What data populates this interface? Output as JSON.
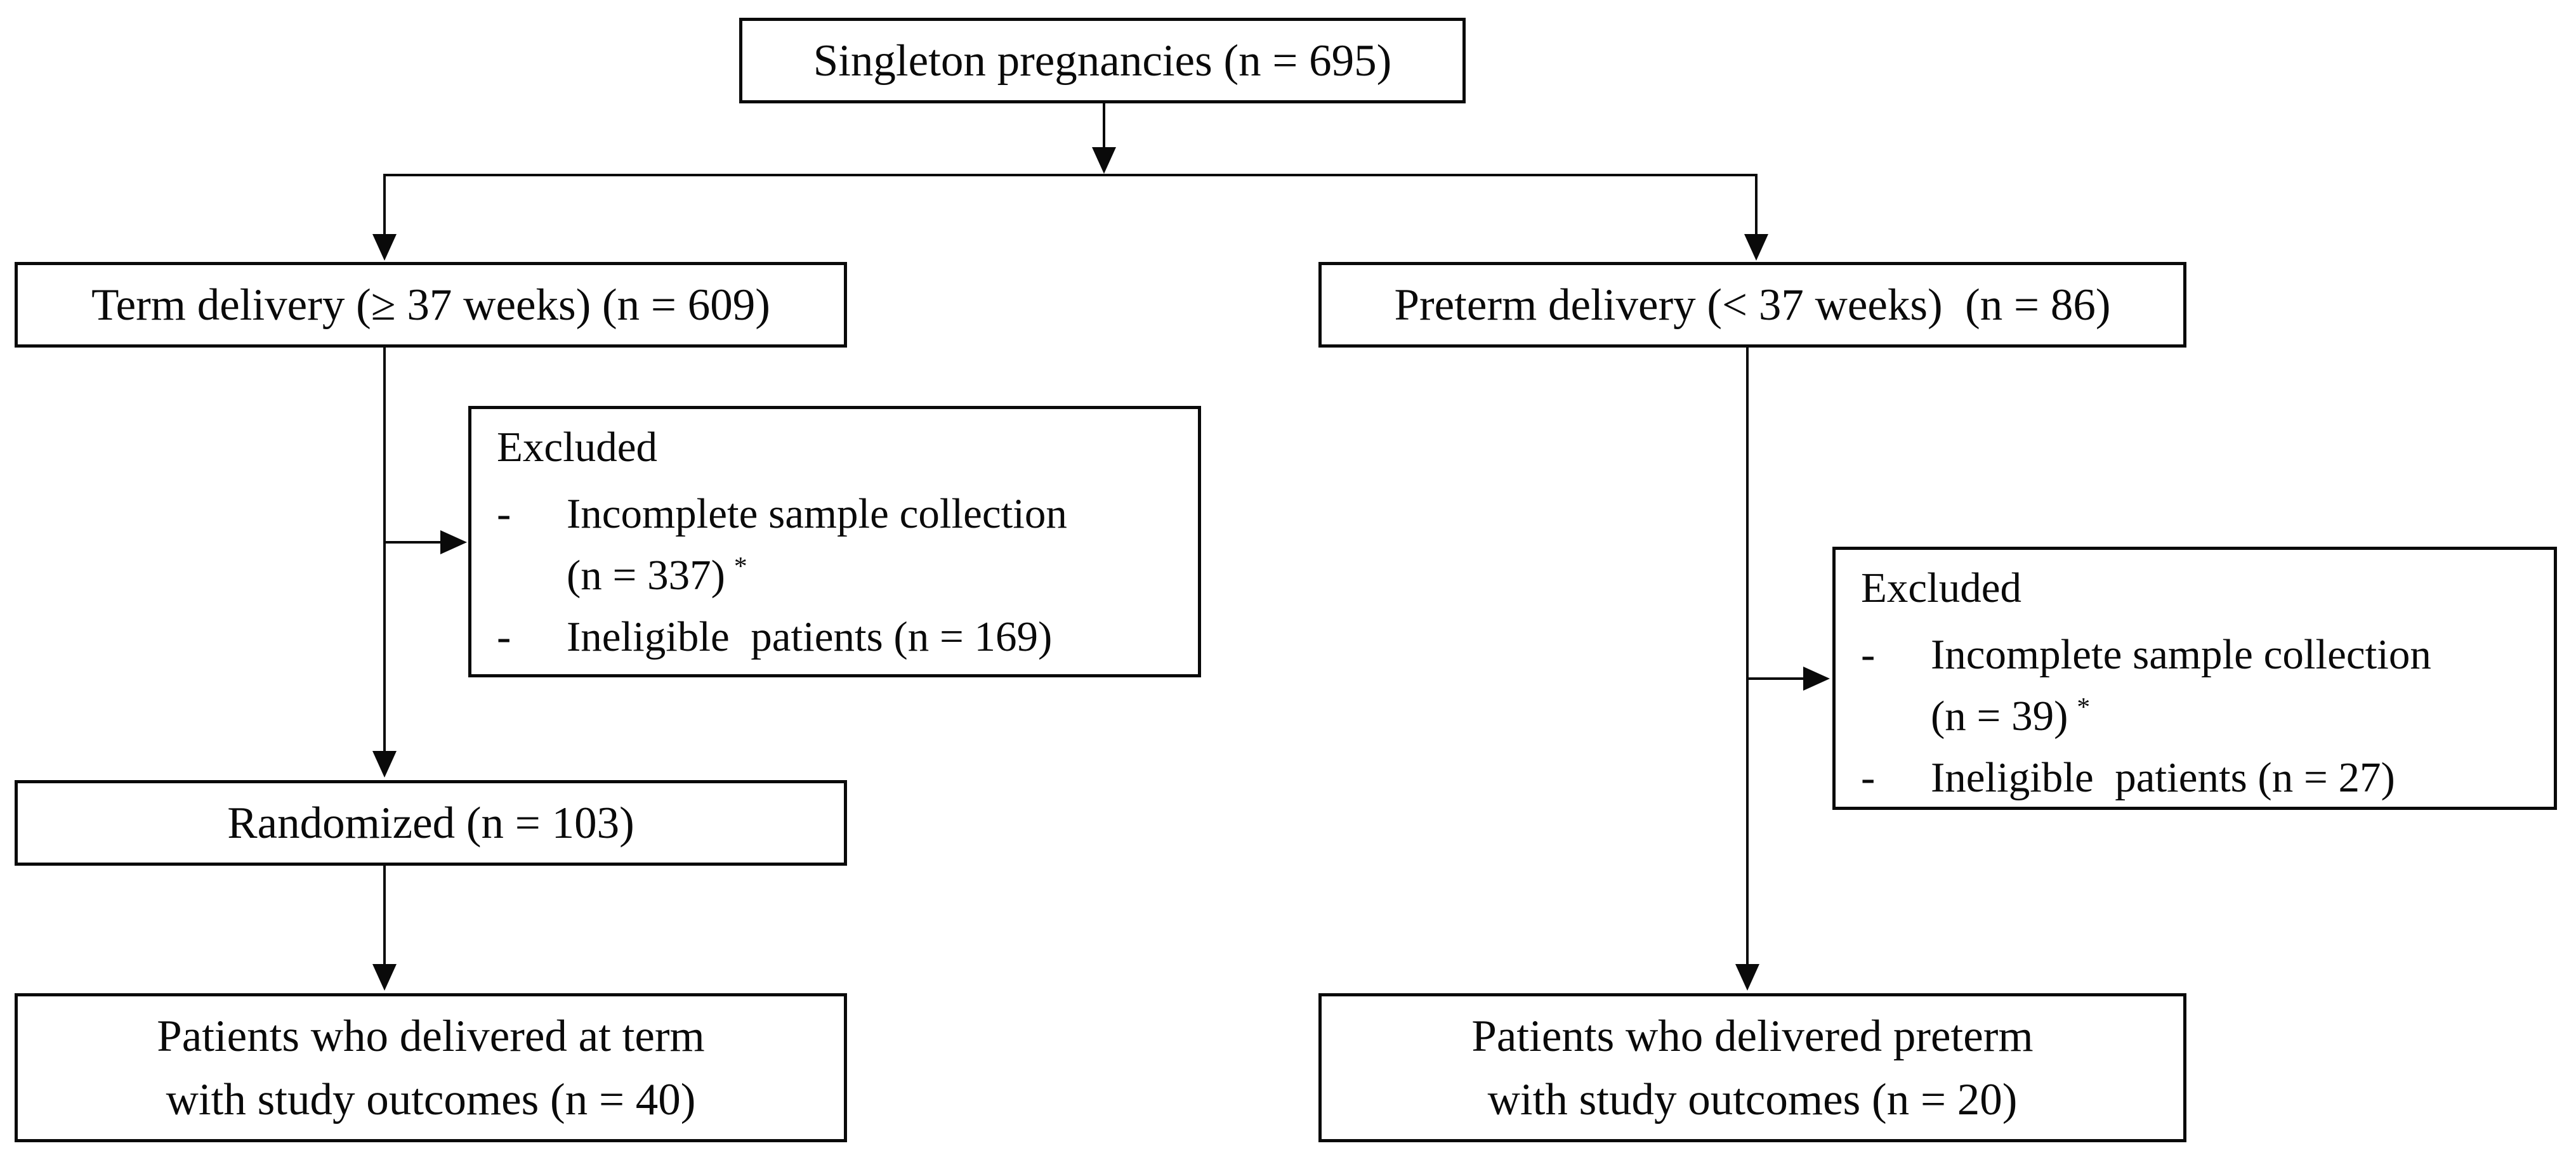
{
  "flowchart": {
    "singleton": {
      "label": "Singleton pregnancies (n = 695)"
    },
    "term": {
      "label": "Term delivery (≥ 37 weeks) (n = 609)"
    },
    "preterm": {
      "label": "Preterm delivery (< 37 weeks)  (n = 86)"
    },
    "term_excluded": {
      "title": "Excluded",
      "bullet": "-",
      "item1_line1": "Incomplete sample collection",
      "item1_line2": "(n = 337)",
      "item1_sup": "*",
      "item2": "Ineligible  patients (n = 169)"
    },
    "preterm_excluded": {
      "title": "Excluded",
      "bullet": "-",
      "item1_line1": "Incomplete sample collection",
      "item1_line2": "(n = 39)",
      "item1_sup": "*",
      "item2": "Ineligible  patients (n = 27)"
    },
    "randomized": {
      "label": "Randomized (n = 103)"
    },
    "term_outcome": {
      "line1": "Patients who delivered at term",
      "line2": "with study outcomes (n = 40)"
    },
    "preterm_outcome": {
      "line1": "Patients who delivered preterm",
      "line2": "with study outcomes (n = 20)"
    }
  }
}
